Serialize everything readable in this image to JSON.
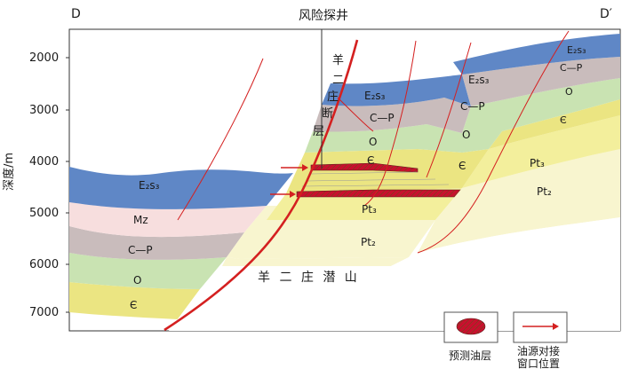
{
  "header": {
    "left_label": "D",
    "right_label": "D′",
    "well_label": "风险探井"
  },
  "y_axis": {
    "label": "深度/m",
    "ticks": [
      "2000",
      "3000",
      "4000",
      "5000",
      "6000",
      "7000"
    ]
  },
  "fault_label": [
    "羊",
    "二",
    "庄",
    "断",
    "层"
  ],
  "buried_hill_label": "羊 二 庄 潜 山",
  "layers_left": [
    {
      "label": "E₂s₃",
      "color": "#5f87c6"
    },
    {
      "label": "Mz",
      "color": "#f7dede"
    },
    {
      "label": "C—P",
      "color": "#c9bcbc"
    },
    {
      "label": "O",
      "color": "#c9e3b2"
    },
    {
      "label": "Є",
      "color": "#ebe582"
    }
  ],
  "layers_middle": [
    {
      "label": "E₂s₃"
    },
    {
      "label": "C—P"
    },
    {
      "label": "O"
    },
    {
      "label": "Є"
    },
    {
      "label": "Pt₃"
    },
    {
      "label": "Pt₂"
    }
  ],
  "layers_right": [
    {
      "label": "E₂s₃"
    },
    {
      "label": "C—P"
    },
    {
      "label": "O"
    },
    {
      "label": "Є"
    },
    {
      "label": "Pt₃"
    },
    {
      "label": "Pt₂"
    }
  ],
  "legend": {
    "oil_layer": "预测油层",
    "window_line1": "油源对接",
    "window_line2": "窗口位置"
  },
  "colors": {
    "E2s3": "#5f87c6",
    "Mz": "#f7dede",
    "CP": "#c9bcbc",
    "O": "#c9e3b2",
    "Cambrian": "#ebe582",
    "Pt3": "#f3ef9c",
    "Pt2": "#f8f5cf",
    "fault": "#d42020",
    "oil": "#c8102e"
  }
}
